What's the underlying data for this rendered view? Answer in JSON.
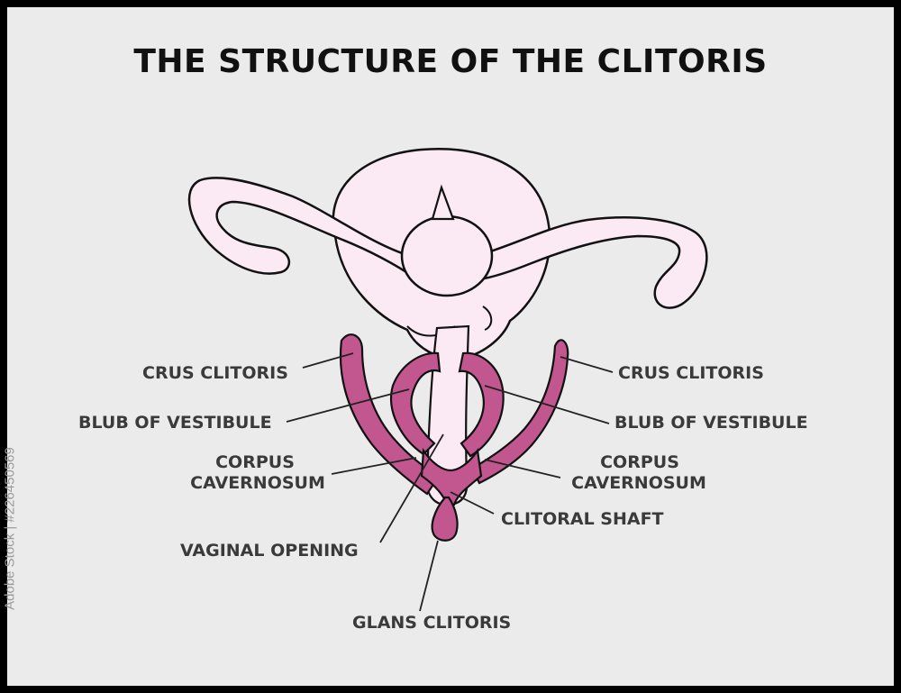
{
  "title": "THE STRUCTURE OF THE CLITORIS",
  "side_id": "Adobe Stock | #226450569",
  "labels": {
    "crus_left": "CRUS CLITORIS",
    "crus_right": "CRUS CLITORIS",
    "bulb_left": "BLUB OF VESTIBULE",
    "bulb_right": "BLUB OF VESTIBULE",
    "corpus_left_1": "CORPUS",
    "corpus_left_2": "CAVERNOSUM",
    "corpus_right_1": "CORPUS",
    "corpus_right_2": "CAVERNOSUM",
    "clitoral_shaft": "CLITORAL SHAFT",
    "vaginal_opening": "VAGINAL OPENING",
    "glans": "GLANS CLITORIS"
  },
  "colors": {
    "background": "#ebebeb",
    "frame": "#000000",
    "uterus_fill": "#fbe9f3",
    "clitoris_fill": "#c2578f",
    "outline": "#111111"
  }
}
